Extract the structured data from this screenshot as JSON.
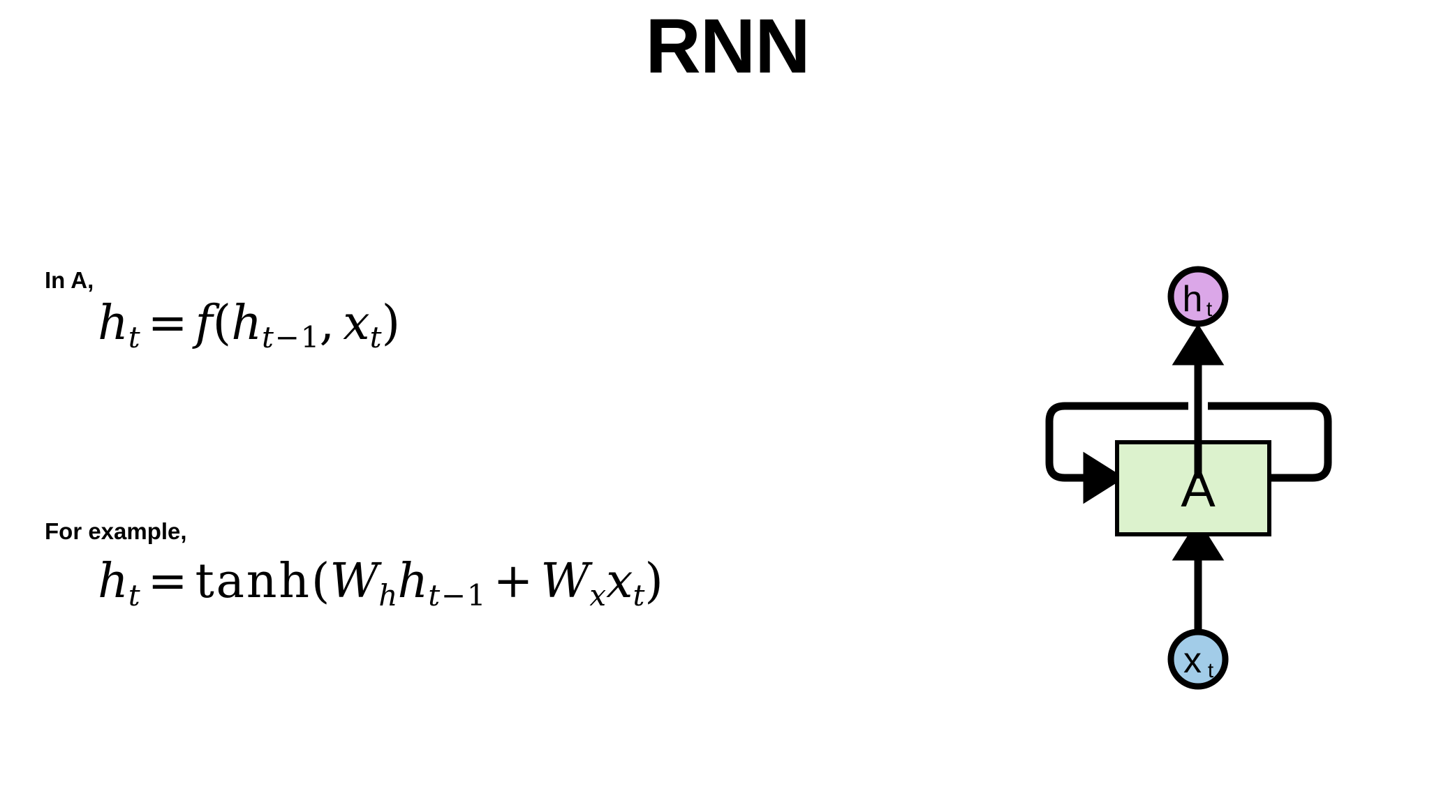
{
  "slide": {
    "title": "RNN",
    "background_color": "#ffffff"
  },
  "body": {
    "label_1": "In A,",
    "label_2": "For example,",
    "equation_1": {
      "latex": "h_t = f(h_{t-1}, x_t)",
      "lhs_var": "h",
      "lhs_sub": "t",
      "relation": "=",
      "func": "f",
      "open_paren": "(",
      "arg1_var": "h",
      "arg1_sub_var": "t",
      "arg1_sub_minus": "−",
      "arg1_sub_num": "1",
      "comma": ",",
      "arg2_var": "x",
      "arg2_sub": "t",
      "close_paren": ")"
    },
    "equation_2": {
      "latex": "h_t = \\tanh(W_h h_{t-1} + W_x x_t)",
      "lhs_var": "h",
      "lhs_sub": "t",
      "relation": "=",
      "func": "tanh",
      "open_paren": "(",
      "term1_var": "W",
      "term1_sub": "h",
      "term1_var2": "h",
      "term1_sub2_var": "t",
      "term1_sub2_minus": "−",
      "term1_sub2_num": "1",
      "plus": "+",
      "term2_var": "W",
      "term2_sub": "x",
      "term2_var2": "x",
      "term2_sub2": "t",
      "close_paren": ")"
    }
  },
  "diagram": {
    "name": "rnn-unrolled-cell",
    "output_node": {
      "label_main": "h",
      "label_sub": "t",
      "shape": "circle",
      "fill": "#dba7e8",
      "stroke": "#000000"
    },
    "cell_node": {
      "label": "A",
      "shape": "rectangle",
      "fill": "#dcf2cd",
      "stroke": "#000000"
    },
    "input_node": {
      "label_main": "x",
      "label_sub": "t",
      "shape": "circle",
      "fill": "#a2cce8",
      "stroke": "#000000"
    },
    "edges": [
      {
        "name": "input-to-cell",
        "from": "x_t",
        "to": "A",
        "style": "arrow-up"
      },
      {
        "name": "cell-to-output",
        "from": "A",
        "to": "h_t",
        "style": "arrow-up"
      },
      {
        "name": "recurrent-loop",
        "from": "A",
        "to": "A",
        "style": "rounded-feedback-loop"
      }
    ]
  }
}
